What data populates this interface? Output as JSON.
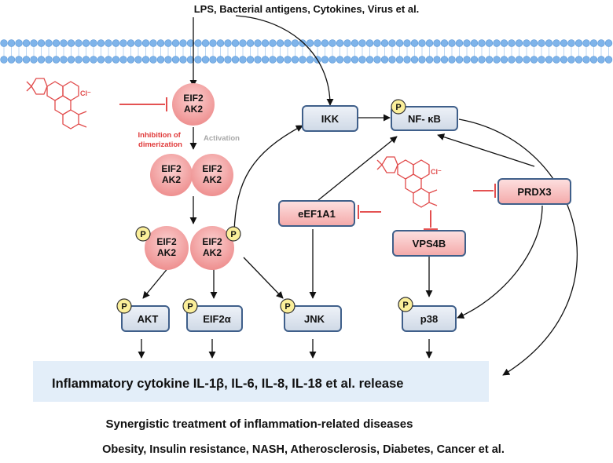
{
  "header": {
    "stimuli": "LPS, Bacterial antigens, Cytokines, Virus et al."
  },
  "kinase": {
    "monomer_line1": "EIF2",
    "monomer_line2": "AK2",
    "inhibition_label": "Inhibition of dimerization",
    "activation_label": "Activation"
  },
  "nodes": {
    "ikk": "IKK",
    "nfkb": "NF- κB",
    "eef1a1": "eEF1A1",
    "prdx3": "PRDX3",
    "vps4b": "VPS4B",
    "akt": "AKT",
    "eif2a": "EIF2α",
    "jnk": "JNK",
    "p38": "p38"
  },
  "phospho_label": "P",
  "drug_label": "Cl⁻",
  "output": {
    "cytokine_release": "Inflammatory cytokine IL-1β, IL-6, IL-8, IL-18 et al.  release",
    "treatment": "Synergistic treatment of inflammation-related diseases",
    "diseases": "Obesity, Insulin resistance, NASH, Atherosclerosis, Diabetes, Cancer et al."
  },
  "colors": {
    "node_fill": "#dfe6f0",
    "node_stroke": "#3f5f8a",
    "red_node_fill": "#f4b6b6",
    "red_stroke": "#e03a3a",
    "phospho_fill": "#fbef9a",
    "membrane": "#7fb4ea",
    "output_band": "#e3eef9"
  }
}
